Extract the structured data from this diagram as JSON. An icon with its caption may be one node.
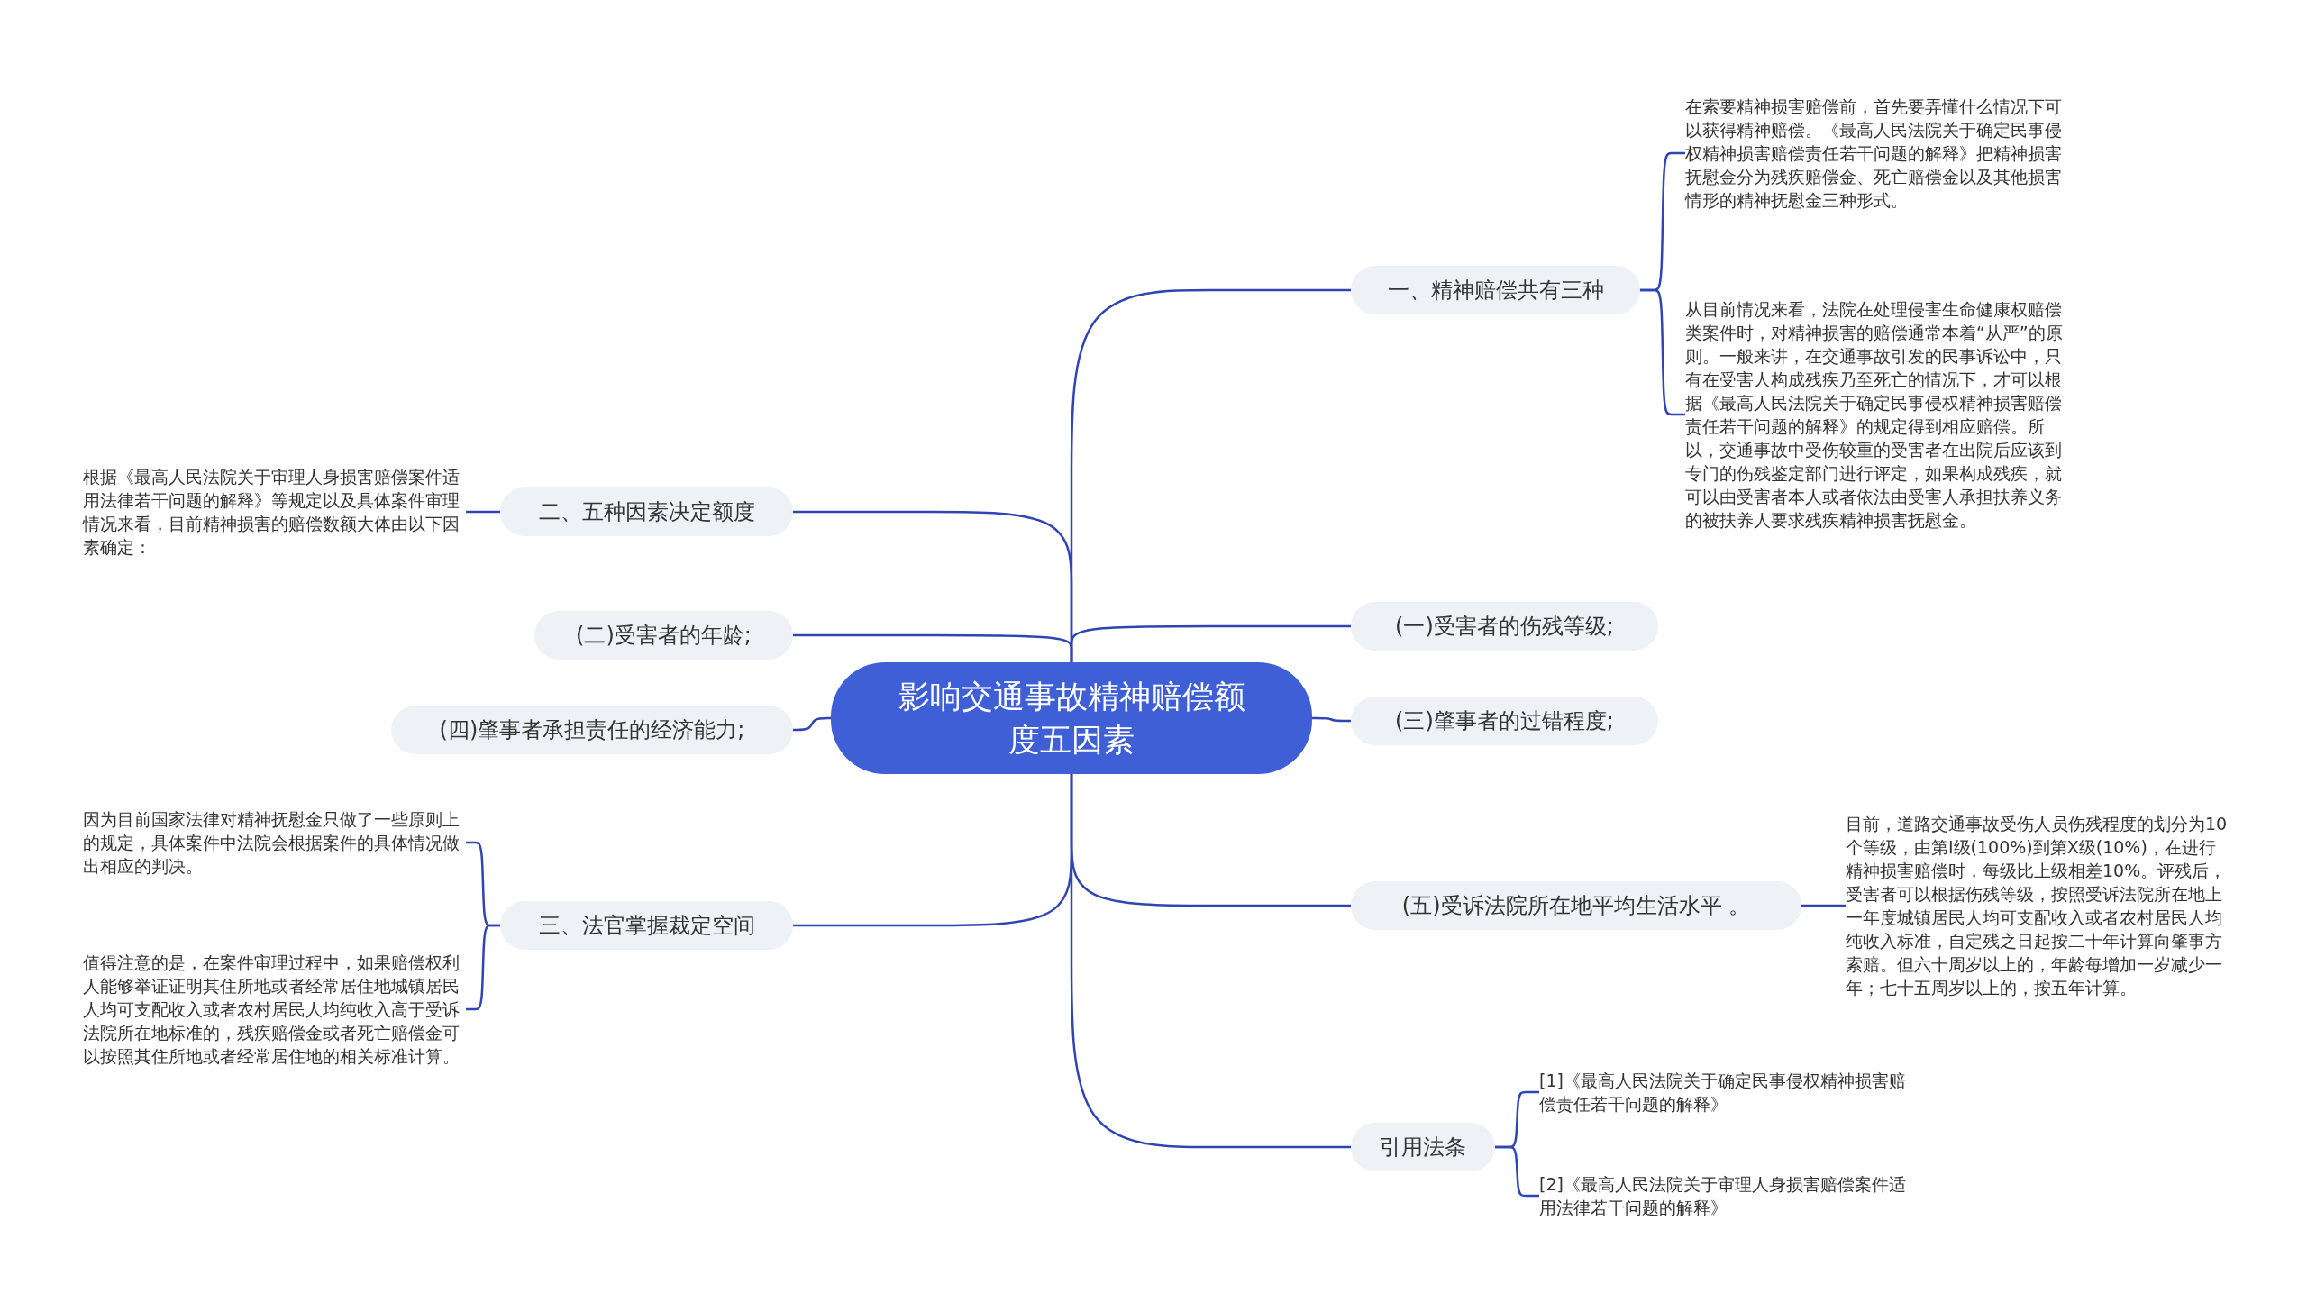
{
  "diagram": {
    "nodes": [
      {
        "text": [
          "影响交通事故精神赔偿额度五因素"
        ]
      },
      {
        "text": [
          "一、精神赔偿共有三种"
        ]
      },
      {
        "text": [
          "在索要精神损害赔偿前，首先要弄懂什么情况下可以获得精神赔偿。《最高人民法院关于确定民事侵权精神损害赔偿责任若干问题的解释》把精神损害抚慰金分为残疾赔偿金、死亡赔偿金以及其他损害情形的精神抚慰金三种形式。"
        ]
      },
      {
        "text": [
          "从目前情况来看，法院在处理侵害生命健康权赔偿类案件时，对精神损害的赔偿通常本着“从严”的原则。一般来讲，在交通事故引发的民事诉讼中，只有在受害人构成残疾乃至死亡的情况下，才可以根据《最高人民法院关于确定民事侵权精神损害赔偿责任若干问题的解释》的规定得到相应赔偿。所以，交通事故中受伤较重的受害者在出院后应该到专门的伤残鉴定部门进行评定，如果构成残疾，就可以由受害者本人或者依法由受害人承担扶养义务的被扶养人要求残疾精神损害抚慰金。"
        ]
      },
      {
        "text": [
          "二、五种因素决定额度"
        ]
      },
      {
        "text": [
          "根据《最高人民法院关于审理人身损害赔偿案件适用法律若干问题的解释》等规定以及具体案件审理情况来看，目前精神损害的赔偿数额大体由以下因素确定："
        ]
      },
      {
        "text": [
          "(一)受害者的伤残等级;"
        ]
      },
      {
        "text": [
          "(二)受害者的年龄;"
        ]
      },
      {
        "text": [
          "(三)肇事者的过错程度;"
        ]
      },
      {
        "text": [
          "(四)肇事者承担责任的经济能力;"
        ]
      },
      {
        "text": [
          "(五)受诉法院所在地平均生活水平 。"
        ]
      },
      {
        "text": [
          "目前，道路交通事故受伤人员伤残程度的划分为10个等级，由第I级(100%)到第X级(10%)，在进行精神损害赔偿时，每级比上级相差10%。评残后，受害者可以根据伤残等级，按照受诉法院所在地上一年度城镇居民人均可支配收入或者农村居民人均纯收入标准，自定残之日起按二十年计算向肇事方索赔。但六十周岁以上的，年龄每增加一岁减少一年；七十五周岁以上的，按五年计算。"
        ]
      },
      {
        "text": [
          "三、法官掌握裁定空间"
        ]
      },
      {
        "text": [
          "因为目前国家法律对精神抚慰金只做了一些原则上的规定，具体案件中法院会根据案件的具体情况做出相应的判决。"
        ]
      },
      {
        "text": [
          "值得注意的是，在案件审理过程中，如果赔偿权利人能够举证证明其住所地或者经常居住地城镇居民人均可支配收入或者农村居民人均纯收入高于受诉法院所在地标准的，残疾赔偿金或者死亡赔偿金可以按照其住所地或者经常居住地的相关标准计算。"
        ]
      },
      {
        "text": [
          "引用法条"
        ]
      },
      {
        "text": [
          "[1]《最高人民法院关于确定民事侵权精神损害赔偿责任若干问题的解释》"
        ]
      },
      {
        "text": [
          "[2]《最高人民法院关于审理人身损害赔偿案件适用法律若干问题的解释》"
        ]
      }
    ],
    "edges": [
      {
        "from": 0,
        "to": 1,
        "arrow": "none"
      },
      {
        "from": 1,
        "to": 2,
        "arrow": "none"
      },
      {
        "from": 1,
        "to": 3,
        "arrow": "none"
      },
      {
        "from": 0,
        "to": 4,
        "arrow": "none"
      },
      {
        "from": 4,
        "to": 5,
        "arrow": "none"
      },
      {
        "from": 0,
        "to": 6,
        "arrow": "none"
      },
      {
        "from": 0,
        "to": 7,
        "arrow": "none"
      },
      {
        "from": 0,
        "to": 8,
        "arrow": "none"
      },
      {
        "from": 0,
        "to": 9,
        "arrow": "none"
      },
      {
        "from": 0,
        "to": 10,
        "arrow": "none"
      },
      {
        "from": 10,
        "to": 11,
        "arrow": "none"
      },
      {
        "from": 0,
        "to": 12,
        "arrow": "none"
      },
      {
        "from": 12,
        "to": 13,
        "arrow": "none"
      },
      {
        "from": 12,
        "to": 14,
        "arrow": "none"
      },
      {
        "from": 0,
        "to": 15,
        "arrow": "none"
      },
      {
        "from": 15,
        "to": 16,
        "arrow": "none"
      },
      {
        "from": 15,
        "to": 17,
        "arrow": "none"
      }
    ]
  }
}
